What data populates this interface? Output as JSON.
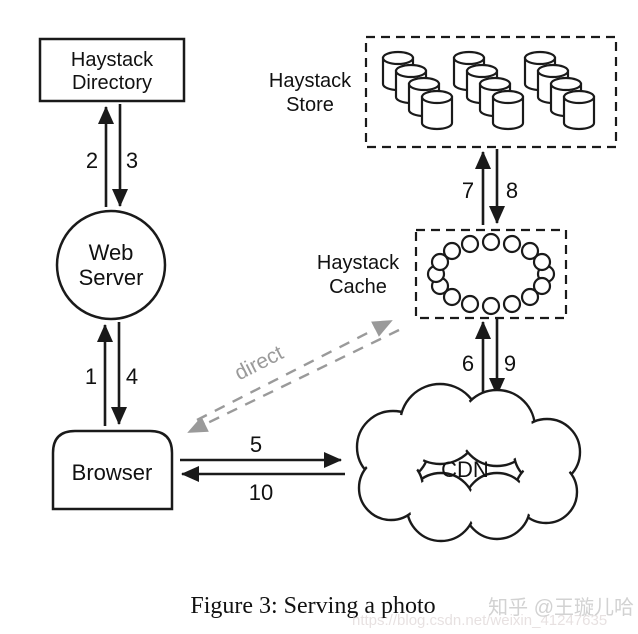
{
  "diagram": {
    "nodes": {
      "directory": {
        "label_line1": "Haystack",
        "label_line2": "Directory"
      },
      "web_server": {
        "label_line1": "Web",
        "label_line2": "Server"
      },
      "browser": {
        "label": "Browser"
      },
      "store": {
        "label_line1": "Haystack",
        "label_line2": "Store"
      },
      "cache": {
        "label_line1": "Haystack",
        "label_line2": "Cache"
      },
      "cdn": {
        "label": "CDN"
      }
    },
    "arrows": {
      "n1": "1",
      "n2": "2",
      "n3": "3",
      "n4": "4",
      "n5": "5",
      "n6": "6",
      "n7": "7",
      "n8": "8",
      "n9": "9",
      "n10": "10",
      "direct_label": "direct"
    },
    "colors": {
      "line": "#1a1a1a",
      "direct_gray": "#9a9a9a",
      "background": "#ffffff",
      "watermark_gray": "#d2d2d2"
    }
  },
  "caption": "Figure 3: Serving a photo",
  "watermarks": {
    "zhihu": "知乎 @王璇儿哈",
    "csdn": "https://blog.csdn.net/weixin_41247635"
  }
}
